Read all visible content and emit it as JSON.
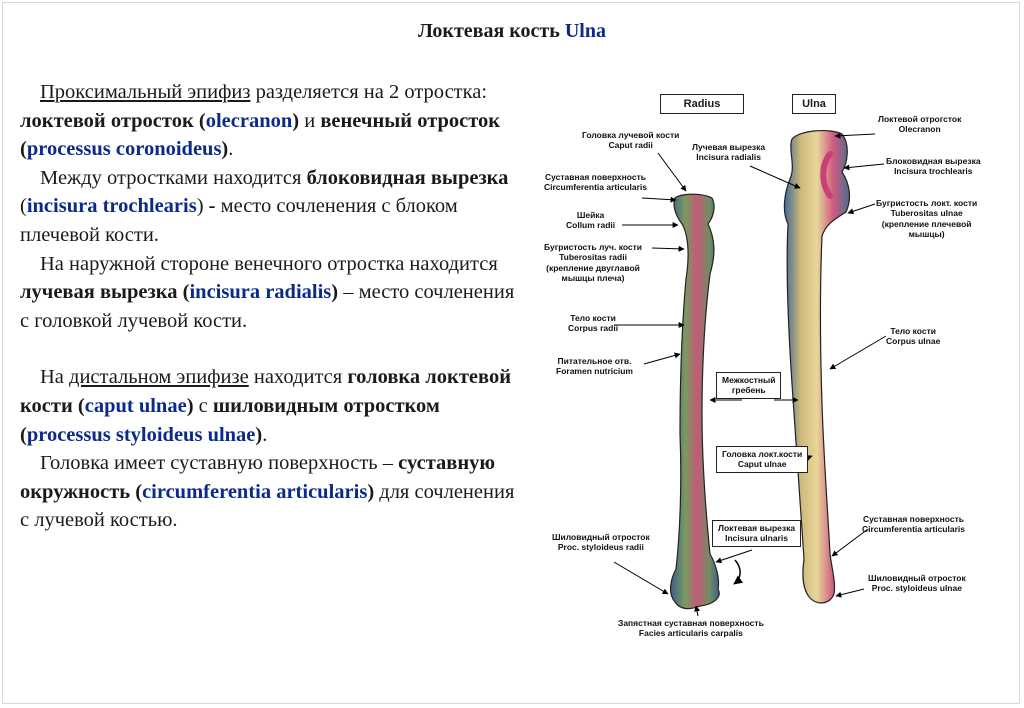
{
  "slide": {
    "title_ru": "Локтевая кость",
    "title_lat": "Ulna"
  },
  "text": {
    "p1": {
      "t1": "Проксимальный эпифиз",
      "t2": "  разделяется на 2 отростка: ",
      "t3": "локтевой отросток (",
      "t4": "olecranon",
      "t5": ")",
      "t6": " и ",
      "t7": "венечный отросток (",
      "t8": "processus coronoideus",
      "t9": ")",
      "t10": "."
    },
    "p2": {
      "t1": "Между отростками находится ",
      "t2": "блоковидная вырезка",
      "t3": " (",
      "t4": "incisura trochlearis",
      "t5": ")",
      "t6": " - ",
      "t7": "место сочленения с блоком плечевой кости."
    },
    "p3": {
      "t1": "На наружной стороне венечного отростка находится ",
      "t2": "лучевая вырезка (",
      "t3": "incisura radialis",
      "t4": ")",
      "t5": " – место сочленения с головкой лучевой кости."
    },
    "p4": {
      "t1": "На ",
      "t2": "дистальном эпифизе",
      "t3": "  находится ",
      "t4": "головка локтевой кости (",
      "t5": "caput ulnae",
      "t6": ")",
      "t7": " с ",
      "t8": "шиловидным отростком (",
      "t9": "processus styloideus ulnae",
      "t10": ")",
      "t11": "."
    },
    "p5": {
      "t1": "Головка имеет суставную поверхность – ",
      "t2": "суставную окружность (",
      "t3": "circumferentia articularis",
      "t4": ")",
      "t5": " для сочленения с лучевой костью."
    }
  },
  "diagram": {
    "box_radius": "Radius",
    "box_ulna": "Ulna",
    "labels": {
      "olecranon": [
        "Локтевой отрогсток",
        "Olecranon"
      ],
      "caput_radii": [
        "Головка лучевой кости",
        "Caput radii"
      ],
      "incisura_radialis": [
        "Лучевая вырезка",
        "Incisura radialis"
      ],
      "circ_art_radii": [
        "Суставная поверхность",
        "Circumferentia articularis"
      ],
      "incisura_trochlearis": [
        "Блоковидная вырезка",
        "Incisura trochlearis"
      ],
      "collum_radii": [
        "Шейка",
        "Collum radii"
      ],
      "tub_ulnae": [
        "Бугристость локт. кости",
        "Tuberositas ulnae",
        "(крепление плечевой",
        "мышцы)"
      ],
      "tub_radii": [
        "Бугристость луч. кости",
        "Tuberositas radii",
        "(крепление двуглавой",
        "мышцы плеча)"
      ],
      "corpus_radii": [
        "Тело кости",
        "Corpus radii"
      ],
      "corpus_ulnae": [
        "Тело кости",
        "Corpus ulnae"
      ],
      "foramen": [
        "Питательное отв.",
        "Foramen nutricium"
      ],
      "crest": [
        "Межкостный",
        "гребень"
      ],
      "caput_ulnae": [
        "Головка локт.кости",
        "Caput ulnae"
      ],
      "circ_art_ulnae": [
        "Суставная поверхность",
        "Circumferentia articularis"
      ],
      "incisura_ulnaris": [
        "Локтевая вырезка",
        "Incisura ulnaris"
      ],
      "styl_radii": [
        "Шиловидный отросток",
        "Proc. styloideus radii"
      ],
      "styl_ulnae": [
        "Шиловидный отросток",
        "Proc. styloideus ulnae"
      ],
      "facies_carpalis": [
        "Запястная суставная поверхность",
        "Facies articularis carpalis"
      ]
    }
  }
}
